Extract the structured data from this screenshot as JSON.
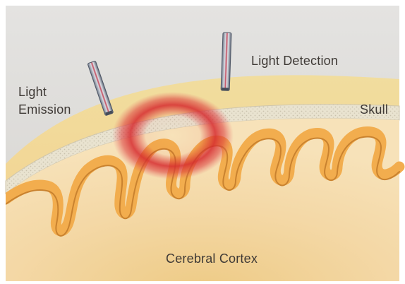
{
  "labels": {
    "light_emission_line1": "Light",
    "light_emission_line2": "Emission",
    "light_detection": "Light Detection",
    "skull": "Skull",
    "cerebral_cortex": "Cerebral Cortex"
  },
  "colors": {
    "background": "#dcdad6",
    "brain_tissue": "#f3d7a2",
    "cortex_fold": "#f2ad4e",
    "skull_band": "#e7e0cd",
    "activation_glow": "#d9262a",
    "label_text": "#3f3a36"
  },
  "icons": [
    "emitter-probe",
    "detector-probe"
  ]
}
